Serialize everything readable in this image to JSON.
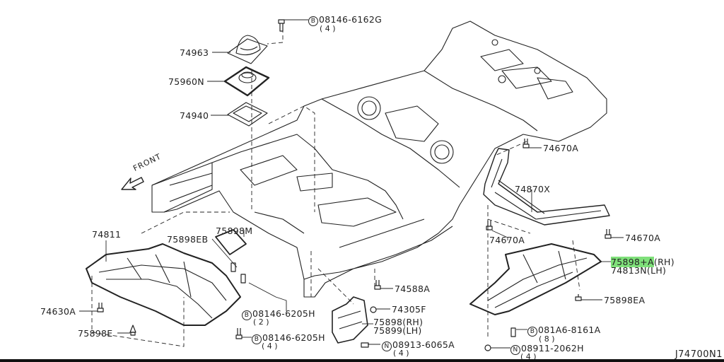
{
  "diagram": {
    "type": "exploded-parts-diagram",
    "figure_number": "J74700N1",
    "direction_label": "FRONT",
    "highlight_color": "#7fe07a",
    "parts": [
      {
        "id": "bolt-top",
        "prefix": "B",
        "number": "08146-6162G",
        "qty": "( 4 )"
      },
      {
        "id": "boot-upper",
        "number": "74963"
      },
      {
        "id": "boot-seal",
        "number": "75960N"
      },
      {
        "id": "boot-plate",
        "number": "74940"
      },
      {
        "id": "bolt-rear-upper",
        "number": "74670A"
      },
      {
        "id": "rear-member",
        "number": "74870X"
      },
      {
        "id": "bolt-rear-left",
        "number": "74670A"
      },
      {
        "id": "bolt-rear-right",
        "number": "74670A"
      },
      {
        "id": "rear-cover-rh",
        "number": "75898+A",
        "side": "(RH)",
        "highlighted": true
      },
      {
        "id": "rear-cover-lh",
        "number": "74813N",
        "side": "(LH)"
      },
      {
        "id": "clip-rear",
        "number": "75898EA"
      },
      {
        "id": "bolt-rear-cover",
        "prefix": "B",
        "number": "081A6-8161A",
        "qty": "( 8 )"
      },
      {
        "id": "nut-rear-cover",
        "prefix": "N",
        "number": "08911-2062H",
        "qty": "( 4 )"
      },
      {
        "id": "front-undercover",
        "number": "74811"
      },
      {
        "id": "clip-eb",
        "number": "75898EB"
      },
      {
        "id": "bracket-m",
        "number": "75898M"
      },
      {
        "id": "bolt-front",
        "number": "74630A"
      },
      {
        "id": "clip-e",
        "number": "75898E"
      },
      {
        "id": "bolt-mid-2",
        "prefix": "B",
        "number": "08146-6205H",
        "qty": "( 2 )"
      },
      {
        "id": "bolt-mid-4",
        "prefix": "B",
        "number": "08146-6205H",
        "qty": "( 4 )"
      },
      {
        "id": "bolt-center",
        "number": "74588A"
      },
      {
        "id": "clip-center",
        "number": "74305F"
      },
      {
        "id": "side-cover-rh",
        "number": "75898",
        "side": "(RH)"
      },
      {
        "id": "side-cover-lh",
        "number": "75899",
        "side": "(LH)"
      },
      {
        "id": "nut-side",
        "prefix": "N",
        "number": "08913-6065A",
        "qty": "( 4 )"
      }
    ]
  }
}
